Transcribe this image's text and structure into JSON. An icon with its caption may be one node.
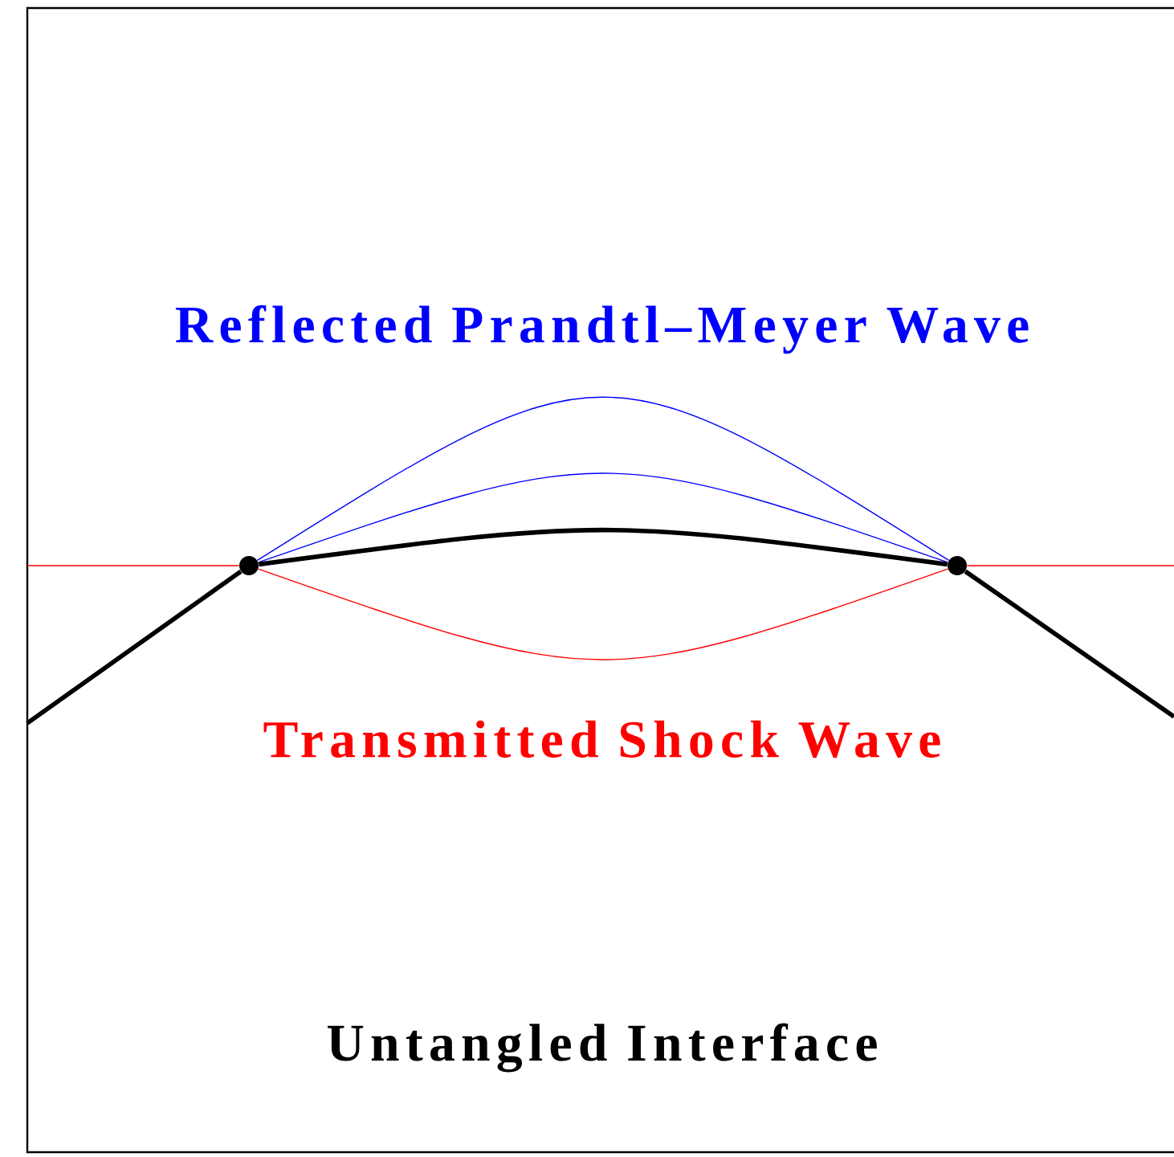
{
  "diagram": {
    "nodes": [
      {
        "text": [],
        "shape": "circle"
      },
      {
        "text": [],
        "shape": "circle"
      }
    ],
    "edges": [
      {
        "from": 0,
        "to": 1,
        "arrow": "none",
        "color": "#0000ff"
      },
      {
        "from": 0,
        "to": 1,
        "arrow": "none",
        "color": "#0000ff"
      },
      {
        "from": 0,
        "to": 1,
        "arrow": "none",
        "style": "thick"
      },
      {
        "from": 0,
        "to": 1,
        "arrow": "none",
        "color": "#ff0000"
      },
      {
        "from": null,
        "to": 0,
        "arrow": "none",
        "color": "#ff0000"
      },
      {
        "from": null,
        "to": 0,
        "arrow": "none",
        "style": "thick"
      },
      {
        "from": 1,
        "to": null,
        "arrow": "none",
        "color": "#ff0000"
      },
      {
        "from": 1,
        "to": null,
        "arrow": "none",
        "style": "thick"
      }
    ],
    "labels": [
      "Reflected Prandtl–Meyer Wave",
      "Transmitted Shock Wave",
      "Untangled Interface"
    ]
  }
}
